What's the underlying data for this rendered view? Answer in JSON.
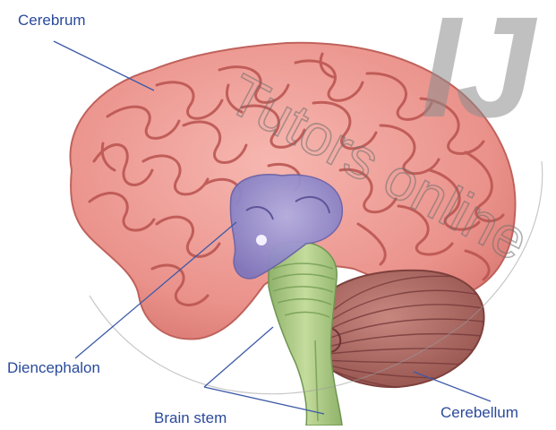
{
  "diagram": {
    "labels": {
      "cerebrum": "Cerebrum",
      "diencephalon": "Diencephalon",
      "brain_stem": "Brain stem",
      "cerebellum": "Cerebellum"
    },
    "watermark": "Tutors online",
    "colors": {
      "cerebrum": "#e9908a",
      "cerebrum_fold": "#b9524e",
      "diencephalon": "#8f86c8",
      "brain_stem": "#a8c880",
      "cerebellum": "#a8625e",
      "label_text": "#2a4a9a",
      "leader_line": "#3d5aa6"
    }
  }
}
